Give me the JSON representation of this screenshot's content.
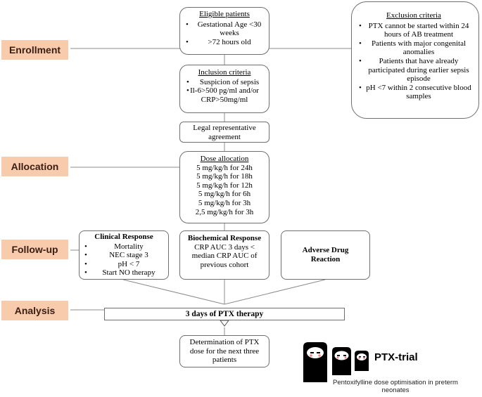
{
  "stages": {
    "enrollment": "Enrollment",
    "allocation": "Allocation",
    "followup": "Follow-up",
    "analysis": "Analysis"
  },
  "eligible": {
    "title": "Eligible patients",
    "items": [
      "Gestational Age  <30 weeks",
      ">72 hours old"
    ]
  },
  "exclusion": {
    "title": "Exclusion criteria",
    "items": [
      "PTX cannot be started within 24 hours of AB treatment",
      "Patients with major congenital anomalies",
      "Patients that have already participated during earlier sepsis episode",
      "pH <7 within 2 consecutive blood samples"
    ]
  },
  "inclusion": {
    "title": "Inclusion criteria",
    "items": [
      "Suspicion of sepsis",
      "Il-6>500 pg/ml and/or CRP>50mg/ml"
    ]
  },
  "legal": "Legal representative agreement",
  "dose": {
    "title": "Dose allocation",
    "lines": [
      "5 mg/kg/h for 24h",
      "5 mg/kg/h for 18h",
      "5 mg/kg/h for 12h",
      "5 mg/kg/h for 6h",
      "5 mg/kg/h for 3h",
      "2,5 mg/kg/h for 3h"
    ]
  },
  "clinical": {
    "title": "Clinical Response",
    "items": [
      "Mortality",
      "NEC stage 3",
      "pH < 7",
      "Start NO therapy"
    ]
  },
  "biochemical": {
    "title": "Biochemical Response",
    "text": "CRP AUC 3 days < median CRP AUC of previous cohort"
  },
  "adverse": "Adverse Drug Reaction",
  "therapy": "3 days of PTX therapy",
  "determination": "Determination of PTX dose for the next three patients",
  "logo": {
    "name": "PTX-trial",
    "subtitle": "Pentoxifylline dose optimisation in preterm neonates"
  }
}
